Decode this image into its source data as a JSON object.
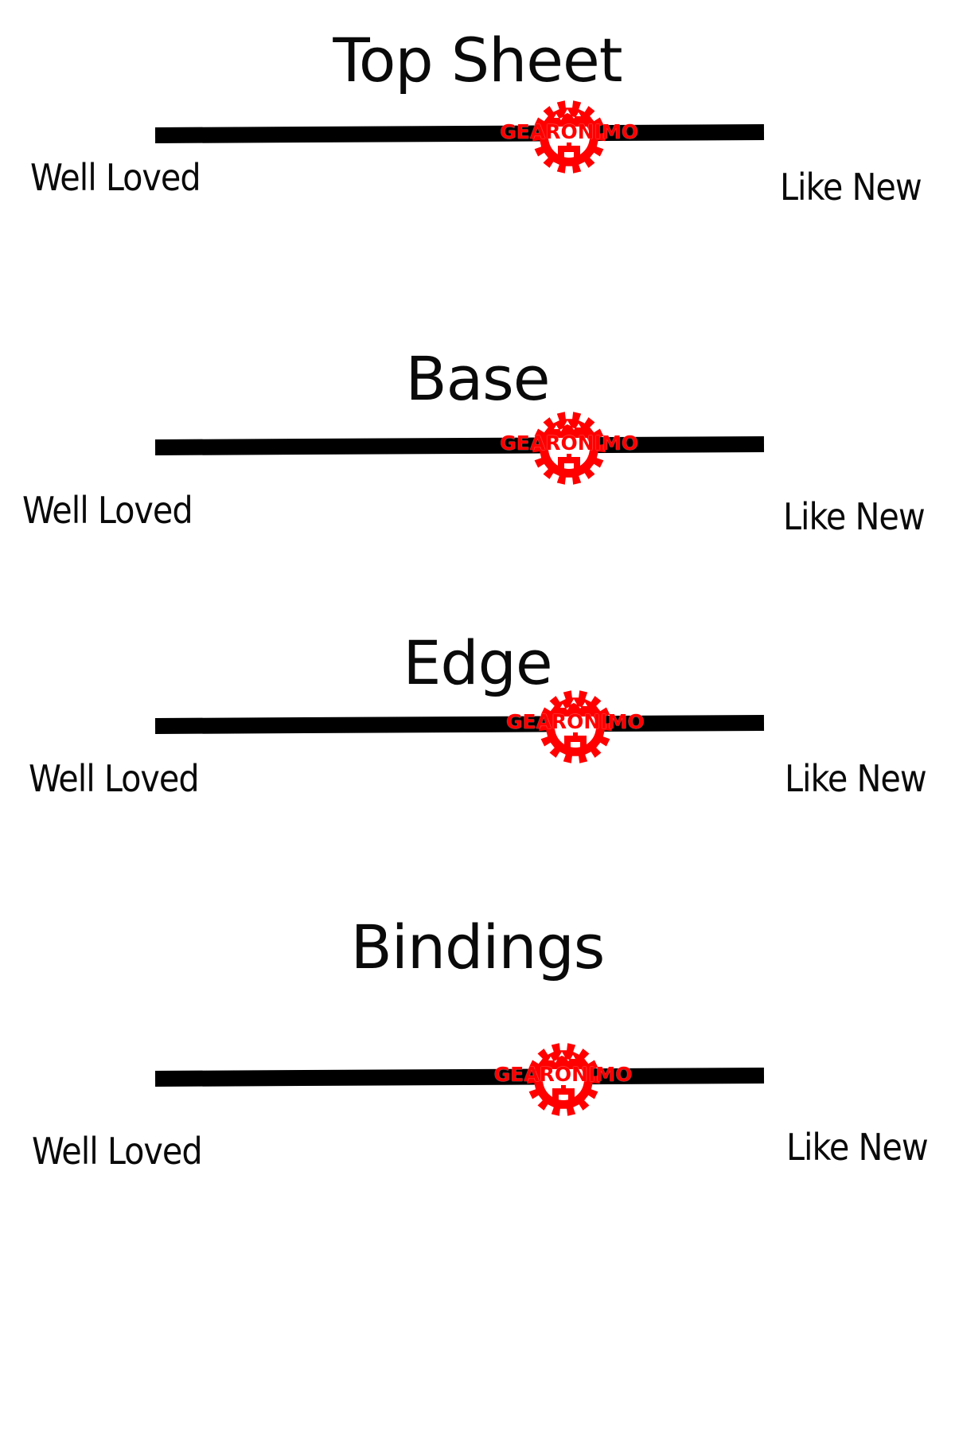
{
  "colors": {
    "brand_red": "#ff0000",
    "track": "#000000",
    "text": "#0a0a0a",
    "background": "#ffffff"
  },
  "brand": {
    "wordmark": "GEARONIMO",
    "icon": "gear-mountain-icon"
  },
  "scales": [
    {
      "title": "Top Sheet",
      "left_label": "Well Loved",
      "right_label": "Like New",
      "rating_fraction": 0.68
    },
    {
      "title": "Base",
      "left_label": "Well Loved",
      "right_label": "Like New",
      "rating_fraction": 0.68
    },
    {
      "title": "Edge",
      "left_label": "Well Loved",
      "right_label": "Like New",
      "rating_fraction": 0.69
    },
    {
      "title": "Bindings",
      "left_label": "Well Loved",
      "right_label": "Like New",
      "rating_fraction": 0.67
    }
  ]
}
